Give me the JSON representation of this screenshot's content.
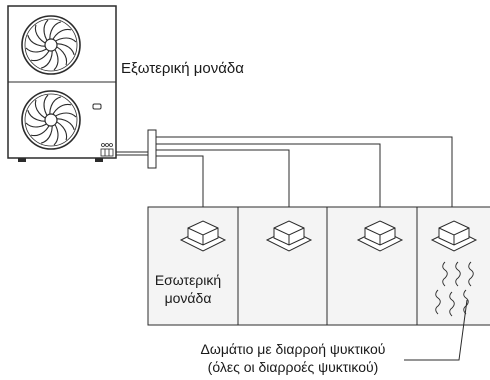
{
  "labels": {
    "outdoor_unit": "Εξωτερική μονάδα",
    "indoor_unit_line1": "Εσωτερική",
    "indoor_unit_line2": "μονάδα",
    "leak_room_line1": "Δωμάτιο με διαρροή ψυκτικού",
    "leak_room_line2": "(όλες οι διαρροές ψυκτικού)"
  },
  "colors": {
    "line": "#2b2b2b",
    "room_fill": "#f4f4f4"
  },
  "icons": [
    "fan-icon",
    "leak-wave-icon"
  ]
}
